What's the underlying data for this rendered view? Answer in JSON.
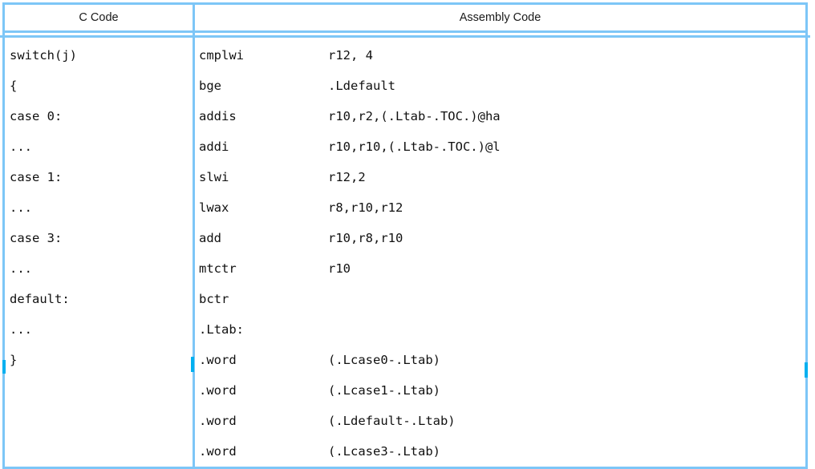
{
  "table": {
    "headers": {
      "c_code": "C Code",
      "assembly_code": "Assembly Code"
    },
    "c_code_lines": [
      "switch(j)",
      "{",
      "case 0:",
      "...",
      "case 1:",
      "...",
      "case 3:",
      "...",
      "default:",
      "...",
      "}"
    ],
    "assembly_lines": [
      {
        "mnemonic": "cmplwi",
        "operands": "r12, 4"
      },
      {
        "mnemonic": "bge",
        "operands": ".Ldefault"
      },
      {
        "mnemonic": "addis",
        "operands": "r10,r2,(.Ltab-.TOC.)@ha"
      },
      {
        "mnemonic": "addi",
        "operands": "r10,r10,(.Ltab-.TOC.)@l"
      },
      {
        "mnemonic": "slwi",
        "operands": "r12,2"
      },
      {
        "mnemonic": "lwax",
        "operands": "r8,r10,r12"
      },
      {
        "mnemonic": "add",
        "operands": "r10,r8,r10"
      },
      {
        "mnemonic": "mtctr",
        "operands": "r10"
      },
      {
        "mnemonic": "bctr",
        "operands": ""
      },
      {
        "mnemonic": ".Ltab:",
        "operands": ""
      },
      {
        "mnemonic": ".word",
        "operands": "(.Lcase0-.Ltab)"
      },
      {
        "mnemonic": ".word",
        "operands": "(.Lcase1-.Ltab)"
      },
      {
        "mnemonic": ".word",
        "operands": "(.Ldefault-.Ltab)"
      },
      {
        "mnemonic": ".word",
        "operands": "(.Lcase3-.Ltab)"
      }
    ]
  },
  "colors": {
    "border": "#7dc6f7",
    "tick": "#00b0f0",
    "text": "#111111",
    "background": "#ffffff"
  }
}
